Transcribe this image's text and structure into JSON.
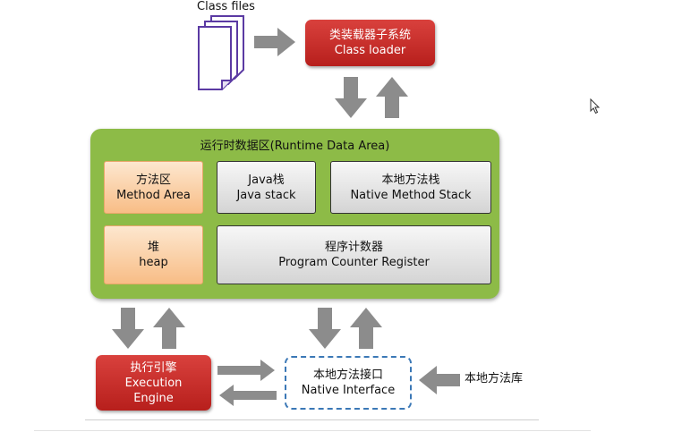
{
  "class_files": {
    "label": "Class files"
  },
  "class_loader": {
    "line1": "类装载器子系统",
    "line2": "Class loader"
  },
  "runtime_data_area": {
    "title": "运行时数据区(Runtime Data Area)",
    "method_area": {
      "line1": "方法区",
      "line2": "Method Area"
    },
    "java_stack": {
      "line1": "Java栈",
      "line2": "Java stack"
    },
    "native_method_stack": {
      "line1": "本地方法栈",
      "line2": "Native Method Stack"
    },
    "heap": {
      "line1": "堆",
      "line2": "heap"
    },
    "program_counter": {
      "line1": "程序计数器",
      "line2": "Program Counter Register"
    }
  },
  "execution_engine": {
    "line1": "执行引擎",
    "line2": "Execution",
    "line3": "Engine"
  },
  "native_interface": {
    "line1": "本地方法接口",
    "line2": "Native Interface"
  },
  "native_library": {
    "label": "本地方法库"
  },
  "colors": {
    "red": "#c62f2b",
    "green": "#8dbb47",
    "orange": "#f8bd86",
    "gray": "#d4d4d4",
    "arrow": "#8c8c8c",
    "dashed": "#3b78b6"
  }
}
